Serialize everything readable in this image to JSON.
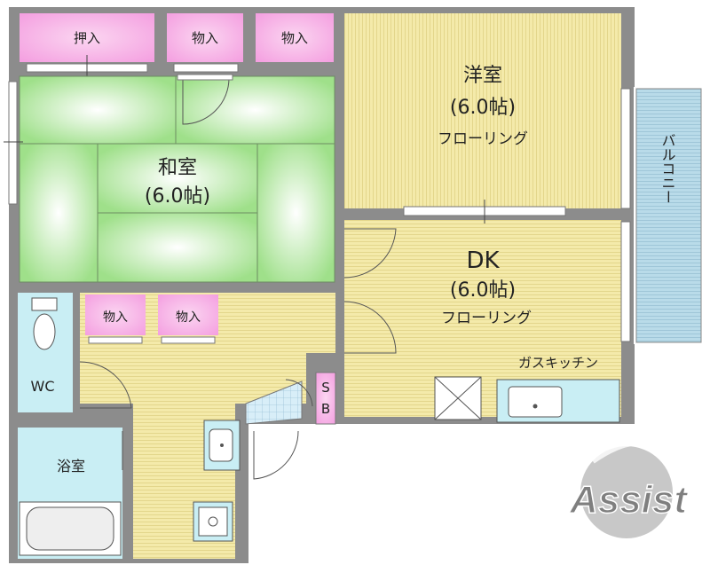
{
  "rooms": {
    "western_room": {
      "name": "洋室",
      "size": "(6.0帖)",
      "floor": "フローリング"
    },
    "japanese_room": {
      "name": "和室",
      "size": "(6.0帖)"
    },
    "dk": {
      "name": "DK",
      "size": "(6.0帖)",
      "floor": "フローリング"
    },
    "wc": "WC",
    "bath": "浴室",
    "balcony": "バルコニー",
    "gas_kitchen": "ガスキッチン",
    "sb_top": "S",
    "sb_bottom": "B"
  },
  "closets": {
    "oshiire": "押入",
    "monoire": "物入"
  },
  "logo": {
    "text": "Assist"
  },
  "colors": {
    "wall": "#8c8c8c",
    "wood_floor": "#f4eaaa",
    "tatami": "#aee89a",
    "closet": "#f7a8e4",
    "wet_area": "#c9eef4",
    "balcony": "#b9dbe9",
    "logo": "#7f7f7f"
  }
}
